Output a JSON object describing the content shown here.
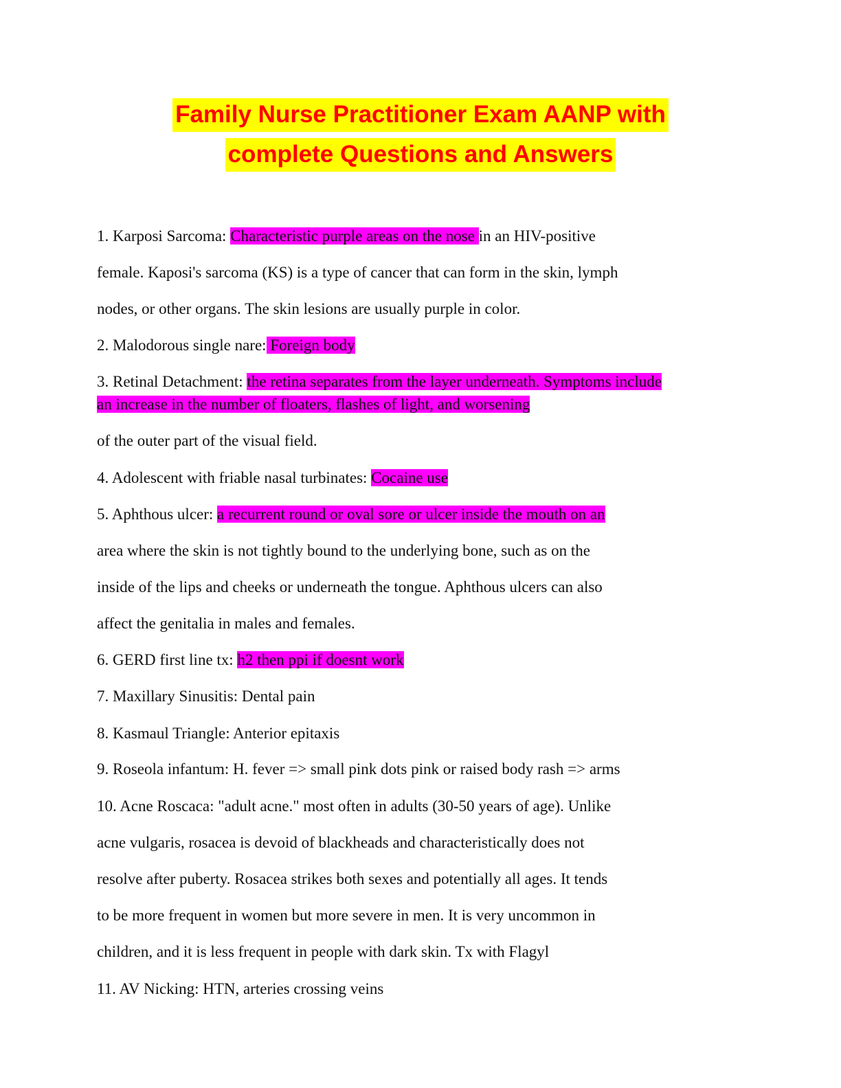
{
  "document": {
    "title_line1": "Family Nurse Practitioner Exam AANP with ",
    "title_line2": "complete Questions and Answers",
    "highlight_colors": {
      "title": "#ffff00",
      "title_text": "#ff0000",
      "answer": "#ff00ff"
    },
    "lines": [
      {
        "plain": "1. Karposi Sarcoma: ",
        "highlight": "Characteristic purple areas on the nose ",
        "tail": "in an HIV-positive"
      },
      {
        "plain": "female. Kaposi's sarcoma (KS) is a type of cancer that can form in the skin, lymph"
      },
      {
        "plain": "nodes, or other organs. The skin lesions are usually purple in color."
      },
      {
        "plain": "2. Malodorous single nare:",
        "highlight": " Foreign body"
      },
      {
        "plain": "3. Retinal Detachment: ",
        "highlight": "the retina separates from the layer underneath. Symptoms include "
      },
      {
        "highlight": "an increase in the number of floaters, flashes of light, and worsening"
      },
      {
        "plain": "of the outer part of the visual field."
      },
      {
        "plain": "4. Adolescent with friable nasal turbinates: ",
        "highlight": "Cocaine use"
      },
      {
        "plain": "5. Aphthous ulcer: ",
        "highlight": "a recurrent round or oval sore or ulcer inside the mouth on an"
      },
      {
        "plain": "area where the skin is not tightly bound to the underlying bone, such as on the"
      },
      {
        "plain": "inside of the lips and cheeks or underneath the tongue. Aphthous ulcers can also"
      },
      {
        "plain": "affect the genitalia in males and females."
      },
      {
        "plain": "6. GERD first line tx: ",
        "highlight": "h2 then ppi if doesnt work"
      },
      {
        "plain": "7. Maxillary Sinusitis: Dental pain"
      },
      {
        "plain": "8. Kasmaul Triangle: Anterior epitaxis"
      },
      {
        "plain": "9. Roseola infantum: H. fever => small pink dots pink or raised body rash => arms"
      },
      {
        "plain": "10. Acne Roscaca: \"adult acne.\" most often in adults (30-50 years of age). Unlike"
      },
      {
        "plain": "acne vulgaris, rosacea is devoid of blackheads and characteristically does not"
      },
      {
        "plain": "resolve after puberty. Rosacea strikes both sexes and potentially all ages. It tends"
      },
      {
        "plain": "to be more frequent in women but more severe in men. It is very uncommon in"
      },
      {
        "plain": "children, and it is less frequent in people with dark skin. Tx with Flagyl"
      },
      {
        "plain": "11. AV Nicking: HTN, arteries crossing veins"
      }
    ]
  }
}
